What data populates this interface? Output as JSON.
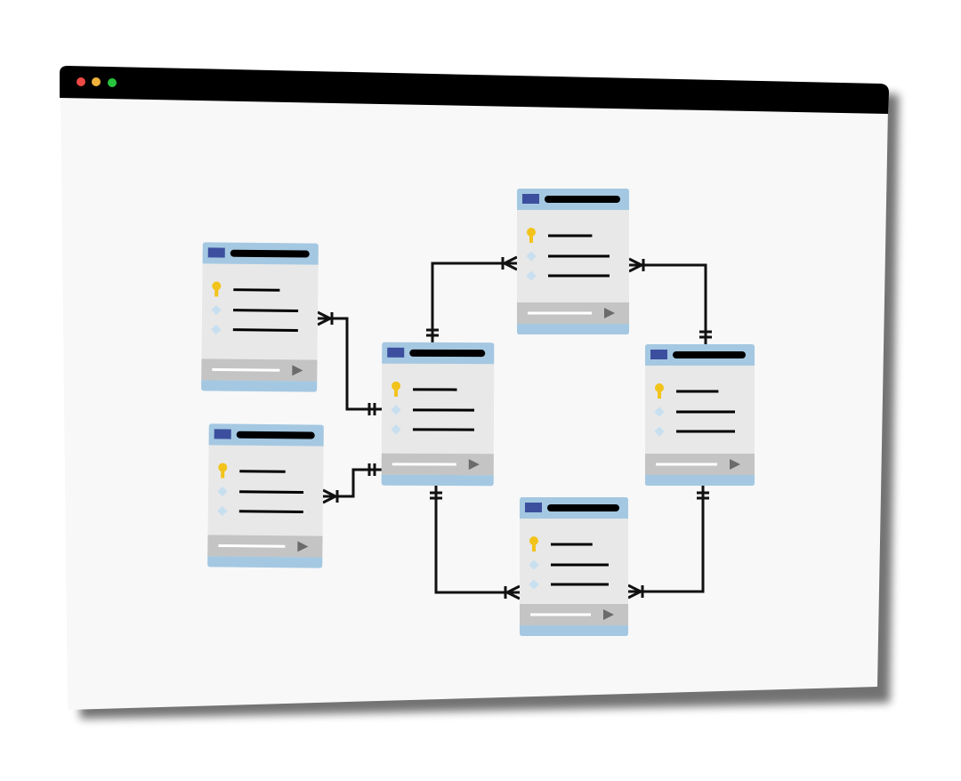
{
  "window": {
    "controls": [
      {
        "name": "close",
        "color": "#ed4a45"
      },
      {
        "name": "minimize",
        "color": "#f0b23a"
      },
      {
        "name": "maximize",
        "color": "#27c43e"
      }
    ],
    "titlebar_color": "#000000",
    "canvas_color": "#f8f8f8"
  },
  "palette": {
    "card_header": "#a4c8e2",
    "card_header_icon": "#3c4f9e",
    "card_body": "#e8e8e8",
    "card_footer": "#c4c4c4",
    "card_bottom": "#a4c8e2",
    "key_icon": "#f2c31a",
    "field_marker": "#c8dff0",
    "line": "#111111",
    "footer_bar": "#ffffff",
    "footer_arrow": "#6b6b6b"
  },
  "tables": [
    {
      "id": "left-top",
      "icons": [
        "key-icon",
        "diamond-icon",
        "diamond-icon"
      ]
    },
    {
      "id": "left-bottom",
      "icons": [
        "key-icon",
        "diamond-icon",
        "diamond-icon"
      ]
    },
    {
      "id": "center",
      "icons": [
        "key-icon",
        "diamond-icon",
        "diamond-icon"
      ]
    },
    {
      "id": "top",
      "icons": [
        "key-icon",
        "diamond-icon",
        "diamond-icon"
      ]
    },
    {
      "id": "right",
      "icons": [
        "key-icon",
        "diamond-icon",
        "diamond-icon"
      ]
    },
    {
      "id": "bottom",
      "icons": [
        "key-icon",
        "diamond-icon",
        "diamond-icon"
      ]
    }
  ],
  "relationships": [
    {
      "from": "left-top",
      "to": "center",
      "from_end": "many",
      "to_end": "one"
    },
    {
      "from": "left-bottom",
      "to": "center",
      "from_end": "many",
      "to_end": "one"
    },
    {
      "from": "center",
      "to": "top",
      "from_end": "one",
      "to_end": "many"
    },
    {
      "from": "right",
      "to": "top",
      "from_end": "one",
      "to_end": "many"
    },
    {
      "from": "center",
      "to": "bottom",
      "from_end": "one",
      "to_end": "many"
    },
    {
      "from": "right",
      "to": "bottom",
      "from_end": "one",
      "to_end": "many"
    }
  ]
}
